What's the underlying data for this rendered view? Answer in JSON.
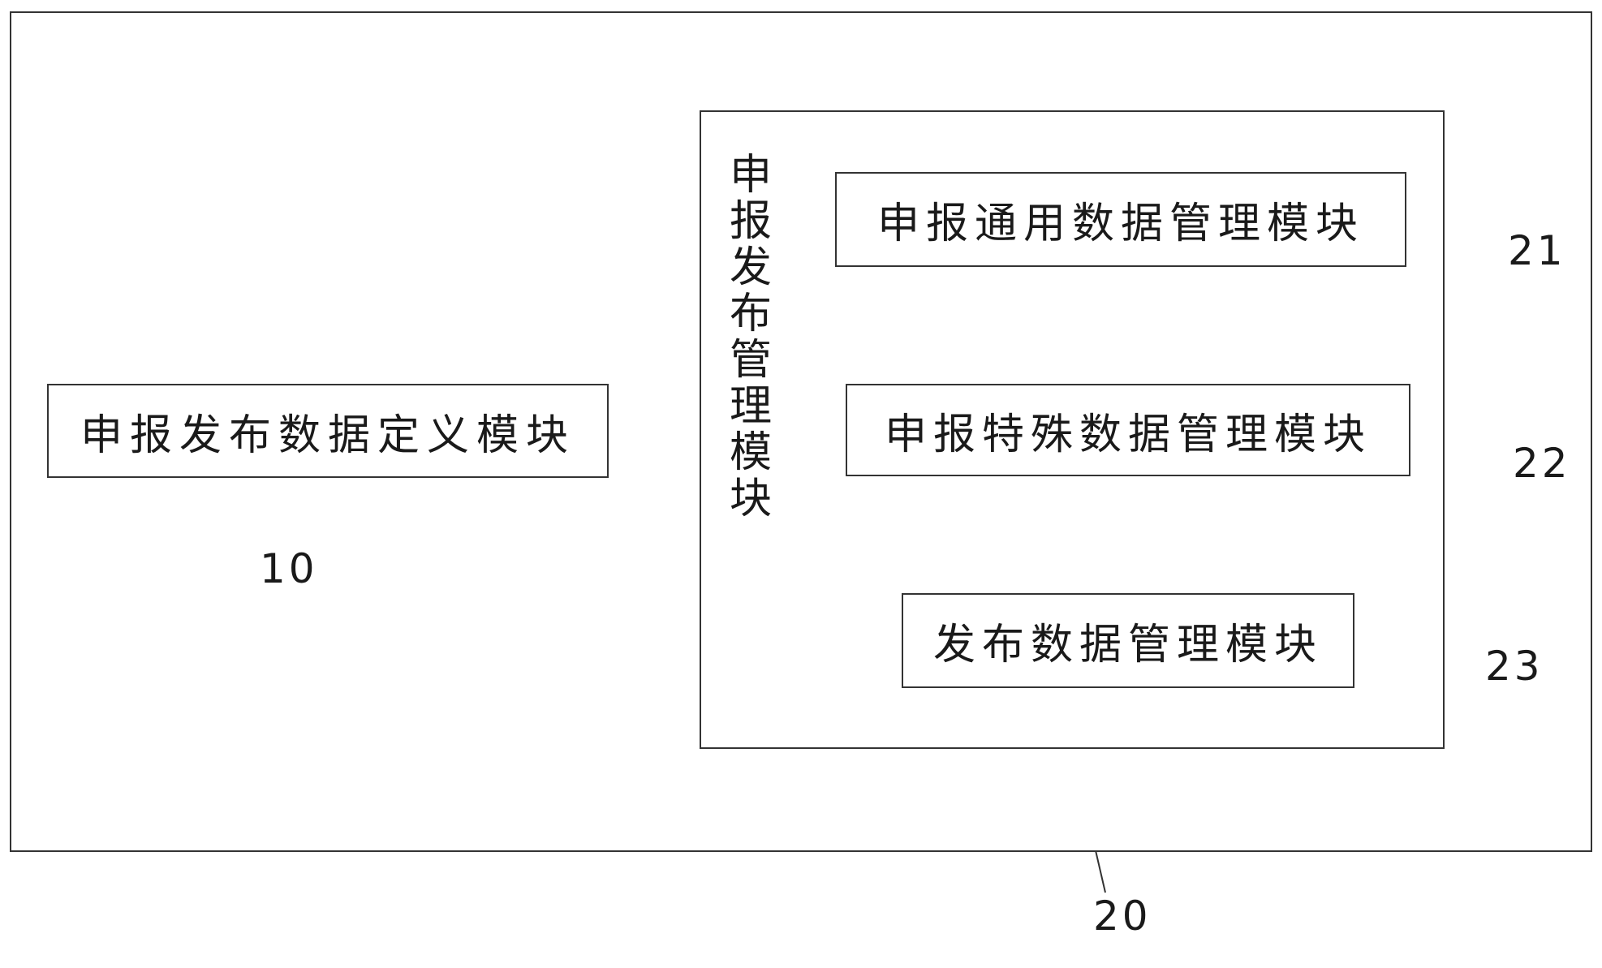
{
  "modules": {
    "definition": {
      "label": "申报发布数据定义模块",
      "ref": "10"
    },
    "management": {
      "label": "申报发布管理模块",
      "ref": "20"
    },
    "general": {
      "label": "申报通用数据管理模块",
      "ref": "21"
    },
    "special": {
      "label": "申报特殊数据管理模块",
      "ref": "22"
    },
    "publish": {
      "label": "发布数据管理模块",
      "ref": "23"
    }
  }
}
